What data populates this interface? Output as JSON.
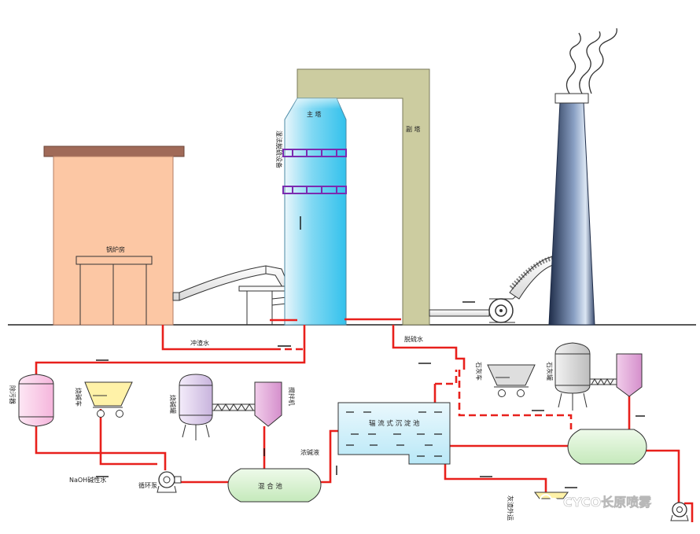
{
  "labels": {
    "boiler_room": "锅炉房",
    "main_tower": "主 塔",
    "aux_tower": "副 塔",
    "spray_device": "湿法脱硫设备",
    "flush_water": "冲渣水",
    "desulf_water": "脱硫水",
    "sewage_tank": "除污器",
    "caustic_truck": "烧碱车",
    "caustic_tank": "烧碱罐",
    "stirrer": "搅拌机",
    "naoh_water": "NaOH碱性水",
    "circ_pump": "循环泵",
    "mixing_tank": "混 合 池",
    "thick_caustic": "浓碱液",
    "settling_tank": "辐 流 式 沉 淀 池",
    "lime_truck": "石灰车",
    "lime_silo": "石灰罐",
    "slag_out": "灰渣外运",
    "watermark": "CYCO长原喷雾"
  },
  "colors": {
    "boiler": "#fcc7a4",
    "boiler_roof": "#a06a58",
    "tower_light": "#eaf6fb",
    "tower_dark": "#33c1ec",
    "aux_duct": "#cccca0",
    "chimney_dark": "#1e2c48",
    "chimney_light": "#dbe6f3",
    "pipe": "#e8201c",
    "tank_pink": "#fbd0ea",
    "tank_violet": "#e6a8db",
    "tank_green": "#d9f2d2",
    "truck_yellow": "#fff2a8",
    "settling_blue": "#d4f1fb",
    "ring_purple": "#7b2bb0",
    "lime_gray": "#dedede"
  }
}
